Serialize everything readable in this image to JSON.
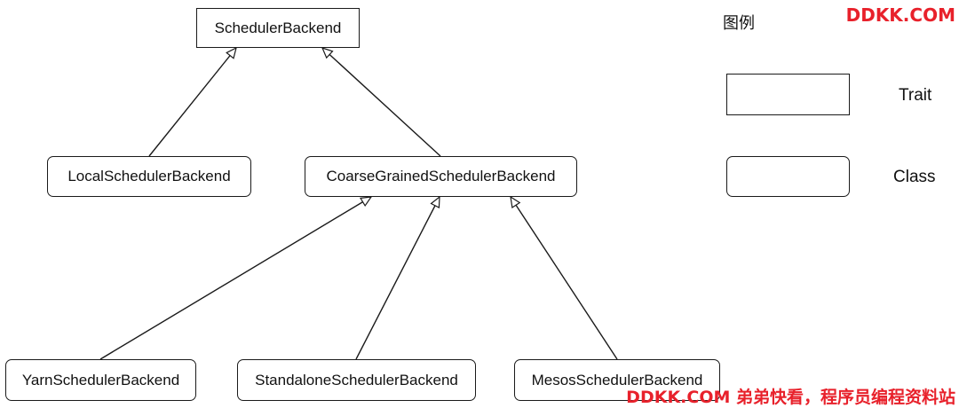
{
  "diagram": {
    "nodes": {
      "scheduler_backend": "SchedulerBackend",
      "local_scheduler_backend": "LocalSchedulerBackend",
      "coarse_grained_scheduler_backend": "CoarseGrainedSchedulerBackend",
      "yarn_scheduler_backend": "YarnSchedulerBackend",
      "standalone_scheduler_backend": "StandaloneSchedulerBackend",
      "mesos_scheduler_backend": "MesosSchedulerBackend"
    },
    "edges": [
      {
        "from": "LocalSchedulerBackend",
        "to": "SchedulerBackend",
        "type": "inherits"
      },
      {
        "from": "CoarseGrainedSchedulerBackend",
        "to": "SchedulerBackend",
        "type": "inherits"
      },
      {
        "from": "YarnSchedulerBackend",
        "to": "CoarseGrainedSchedulerBackend",
        "type": "inherits"
      },
      {
        "from": "StandaloneSchedulerBackend",
        "to": "CoarseGrainedSchedulerBackend",
        "type": "inherits"
      },
      {
        "from": "MesosSchedulerBackend",
        "to": "CoarseGrainedSchedulerBackend",
        "type": "inherits"
      }
    ]
  },
  "legend": {
    "title": "图例",
    "trait_label": "Trait",
    "class_label": "Class"
  },
  "watermarks": {
    "top": "DDKK.COM",
    "bottom": "DDKK.COM 弟弟快看，程序员编程资料站"
  }
}
